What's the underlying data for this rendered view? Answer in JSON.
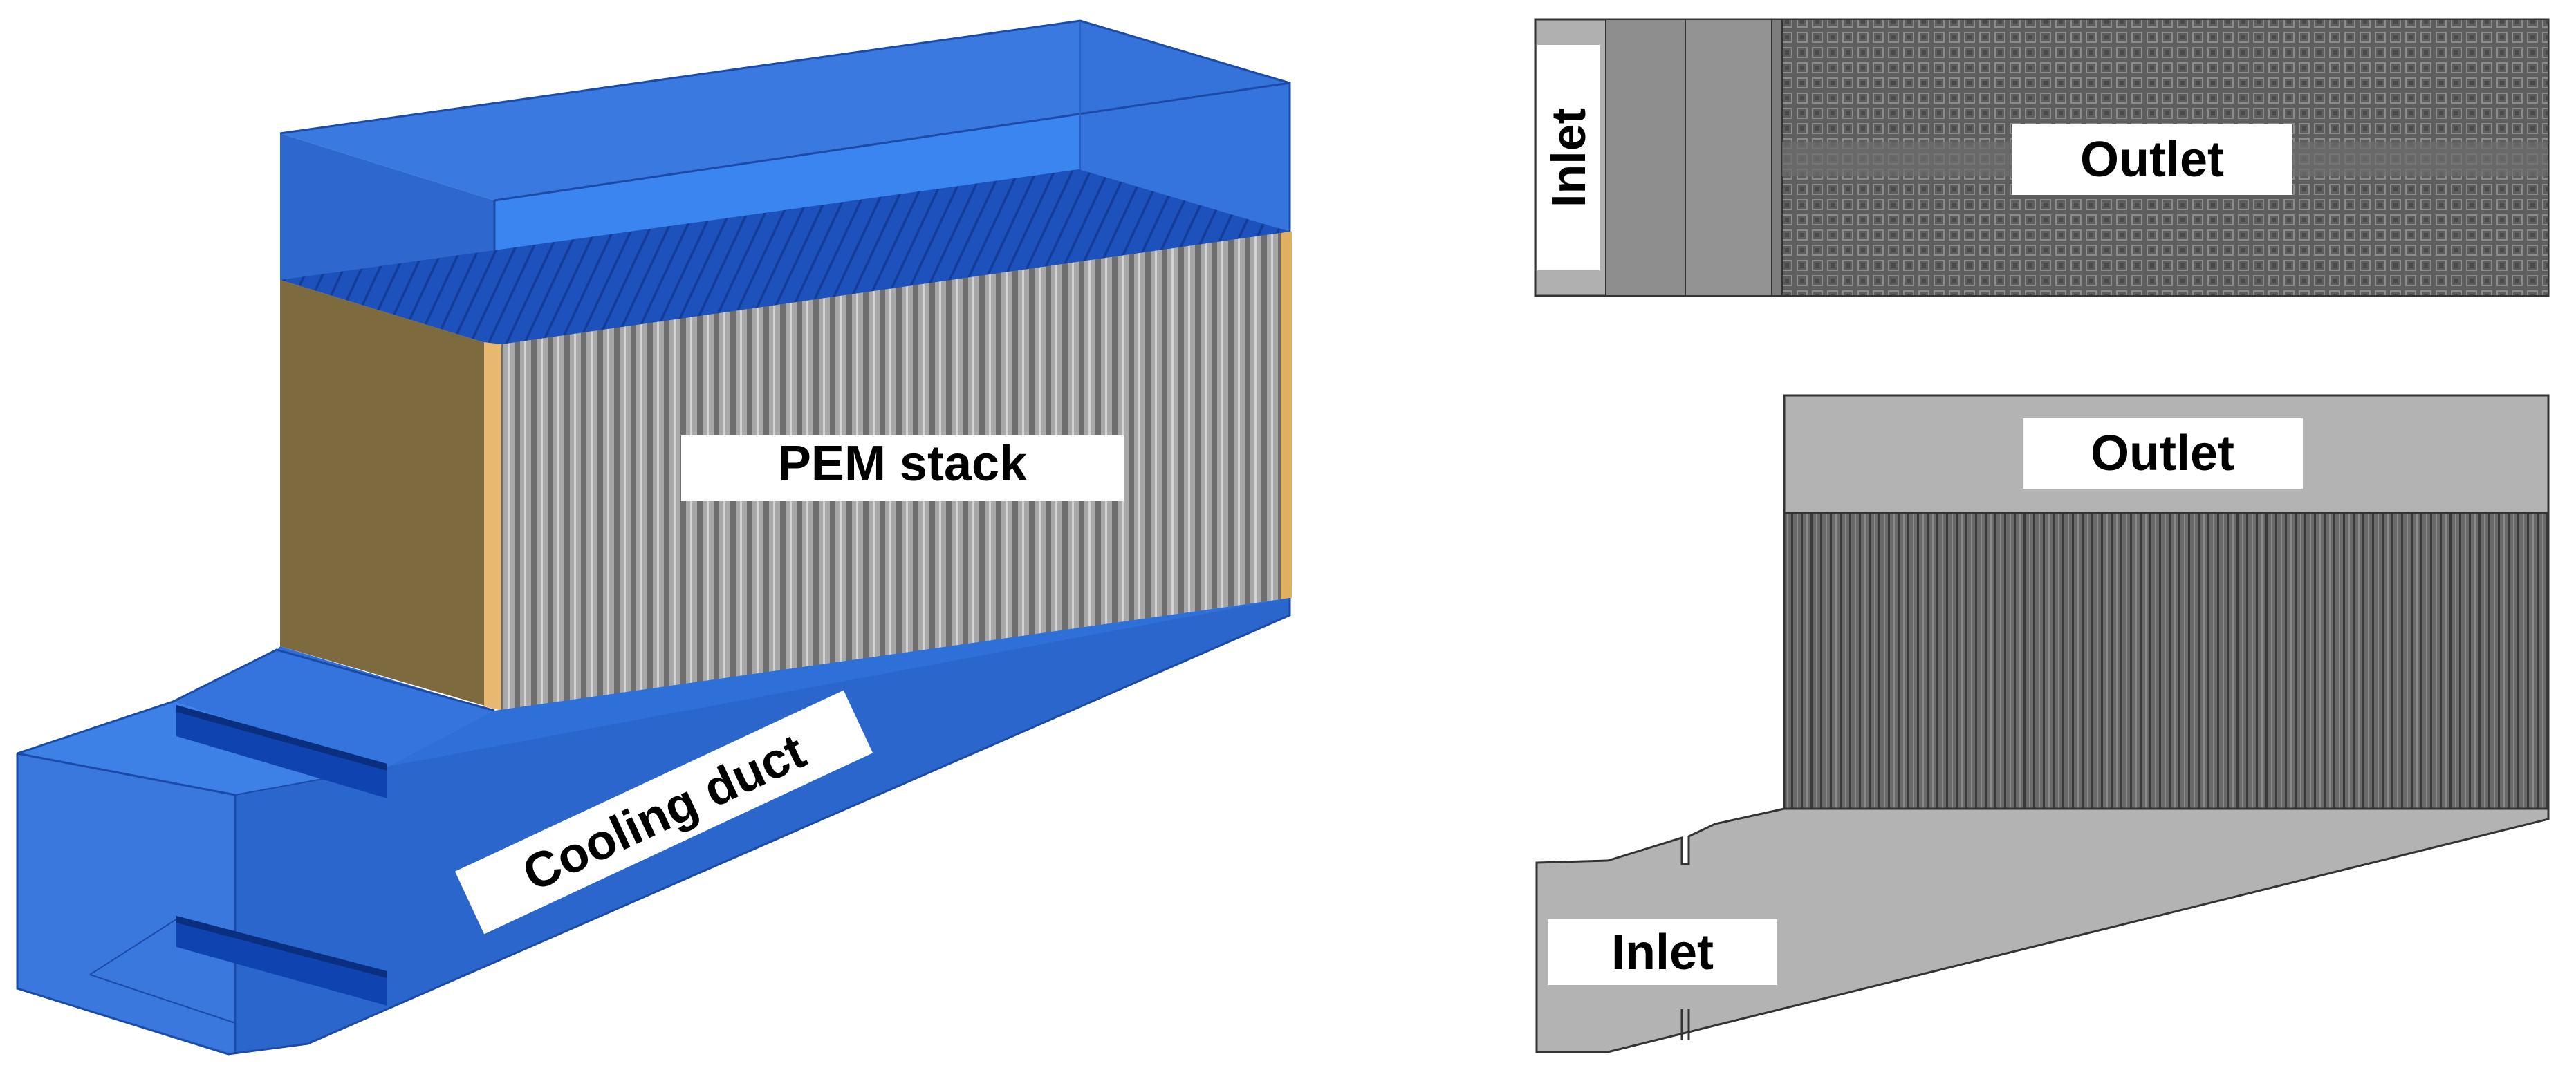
{
  "iso_view": {
    "stack_label": "PEM stack",
    "duct_label": "Cooling duct"
  },
  "top_view": {
    "inlet_label": "Inlet",
    "outlet_label": "Outlet"
  },
  "side_view": {
    "inlet_label": "Inlet",
    "outlet_label": "Outlet"
  },
  "colors": {
    "duct_blue": "#2f6fd8",
    "duct_dark": "#1a4fb0",
    "plate_gold": "#7e6a3f",
    "stack_grey": "#9a9a9a",
    "panel_grey": "#b3b3b3",
    "fin_dark": "#5a5a5a"
  }
}
